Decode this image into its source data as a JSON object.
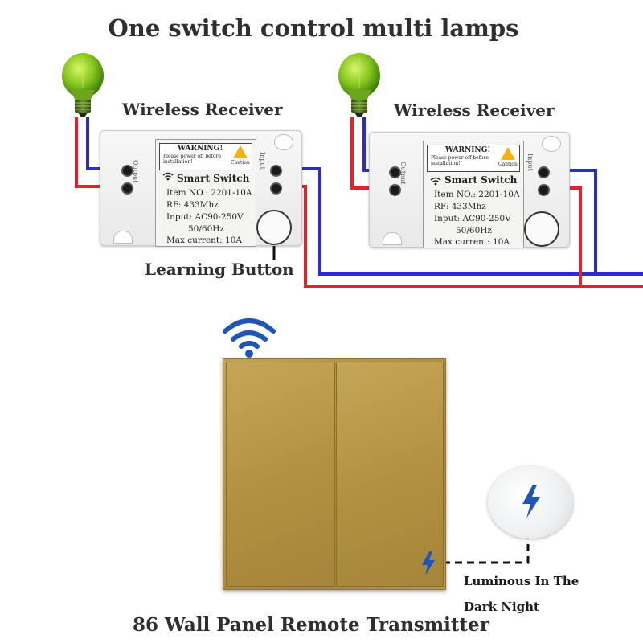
{
  "title": "One switch control multi lamps",
  "receivers": [
    {
      "label": "Wireless Receiver",
      "warning_title": "WARNING!",
      "warning_text": "Please power off before installation!",
      "caution": "Caution",
      "brand": "Smart Switch",
      "item_no": "Item NO.: 2201-10A",
      "rf": "RF: 433Mhz",
      "input": "Input: AC90-250V",
      "freq": "50/60Hz",
      "max_current": "Max current: 10A",
      "side_left": "Output",
      "side_right": "Input"
    },
    {
      "label": "Wireless Receiver",
      "warning_title": "WARNING!",
      "warning_text": "Please power off before installation!",
      "caution": "Caution",
      "brand": "Smart Switch",
      "item_no": "Item NO.: 2201-10A",
      "rf": "RF: 433Mhz",
      "input": "Input: AC90-250V",
      "freq": "50/60Hz",
      "max_current": "Max current: 10A",
      "side_left": "Output",
      "side_right": "Input"
    }
  ],
  "learning_button_label": "Learning Button",
  "luminous_line1": "Luminous In The",
  "luminous_line2": "Dark Night",
  "footer": "86 Wall Panel Remote Transmitter",
  "colors": {
    "live_wire": "#e8202a",
    "neutral_wire": "#2a2ad8",
    "bulb": "#86c61e",
    "panel_gold": "#b08f3d",
    "wifi_icon": "#2055b8",
    "bolt_icon": "#2055b8"
  }
}
